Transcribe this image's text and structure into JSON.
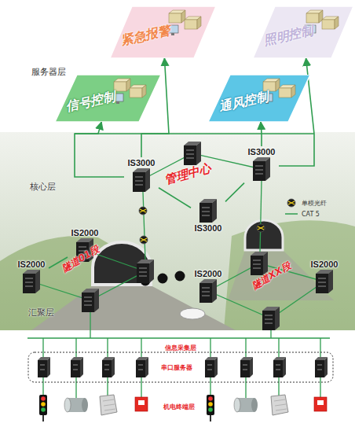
{
  "diagram": {
    "nodes": [
      {
        "text": [
          "紧急报警"
        ]
      },
      {
        "text": [
          "照明控制"
        ]
      },
      {
        "text": [
          "信号控制"
        ]
      },
      {
        "text": [
          "通风控制"
        ]
      },
      {
        "text": [
          "IS3000"
        ]
      },
      {
        "text": [
          "IS3000"
        ]
      },
      {
        "text": [
          "IS3000"
        ]
      },
      {
        "text": [
          "IS2000"
        ]
      },
      {
        "text": [
          "IS2000"
        ]
      },
      {
        "text": [
          "IS2000"
        ]
      },
      {
        "text": [
          "IS2000"
        ]
      }
    ],
    "edges": [
      {
        "from": 4,
        "to": 2,
        "arrow": "to"
      },
      {
        "from": 4,
        "to": 0,
        "arrow": "to"
      },
      {
        "from": 5,
        "to": 3,
        "arrow": "to"
      },
      {
        "from": 5,
        "to": 1,
        "arrow": "to"
      },
      {
        "from": 4,
        "to": 6,
        "arrow": "none"
      },
      {
        "from": 5,
        "to": 6,
        "arrow": "none"
      },
      {
        "from": 7,
        "to": 8,
        "arrow": "none"
      }
    ],
    "labels": [
      "服务器层",
      "核心层",
      "管理中心",
      "汇聚层",
      "隧道01段",
      "隧道XX段",
      "信息采集层",
      "串口服务器",
      "机电终端层"
    ],
    "legend": [
      {
        "text": "单模光纤"
      },
      {
        "text": "CAT 5"
      }
    ]
  }
}
